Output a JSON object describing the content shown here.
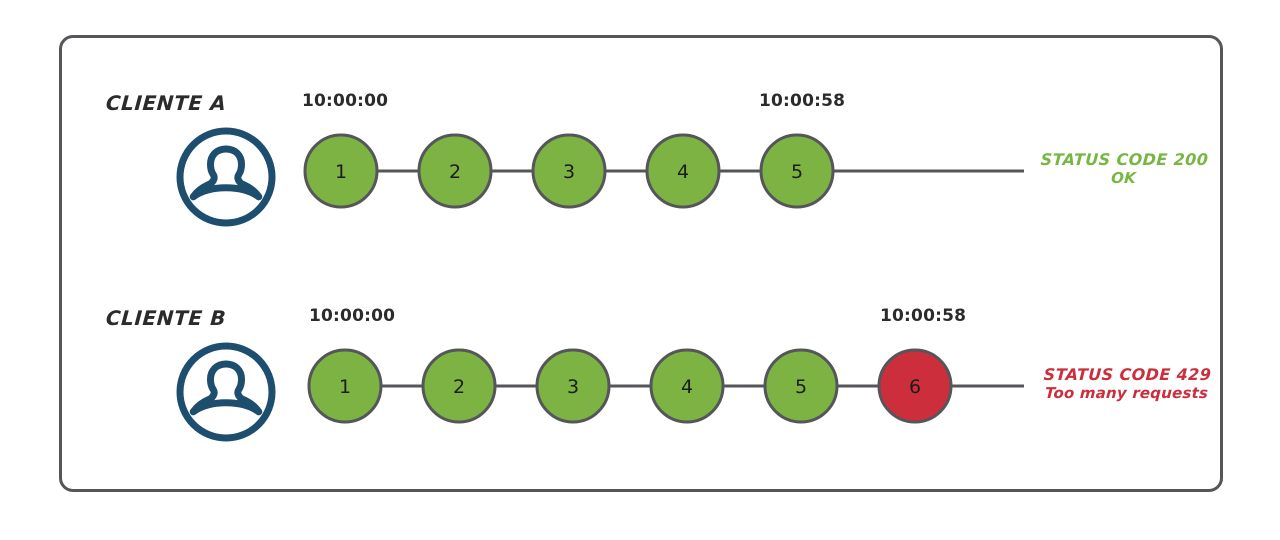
{
  "diagram": {
    "title": "Rate limiting per client request timeline",
    "colors": {
      "ok_green": "#7CB342",
      "error_red": "#CC2E3C",
      "stroke_gray": "#55565a",
      "avatar_blue": "#1D4E6E",
      "text_dark": "#2b2b2b"
    },
    "rows": [
      {
        "id": "client-a",
        "client_label": "CLIENTE A",
        "avatar_icon": "person-avatar-icon",
        "start_timestamp": "10:00:00",
        "end_timestamp": "10:00:58",
        "nodes": [
          {
            "label": "1",
            "state": "ok"
          },
          {
            "label": "2",
            "state": "ok"
          },
          {
            "label": "3",
            "state": "ok"
          },
          {
            "label": "4",
            "state": "ok"
          },
          {
            "label": "5",
            "state": "ok"
          }
        ],
        "status": {
          "code_line": "STATUS CODE 200",
          "message_line": "OK",
          "state": "ok"
        }
      },
      {
        "id": "client-b",
        "client_label": "CLIENTE B",
        "avatar_icon": "person-avatar-icon",
        "start_timestamp": "10:00:00",
        "end_timestamp": "10:00:58",
        "nodes": [
          {
            "label": "1",
            "state": "ok"
          },
          {
            "label": "2",
            "state": "ok"
          },
          {
            "label": "3",
            "state": "ok"
          },
          {
            "label": "4",
            "state": "ok"
          },
          {
            "label": "5",
            "state": "ok"
          },
          {
            "label": "6",
            "state": "error"
          }
        ],
        "status": {
          "code_line": "STATUS CODE 429",
          "message_line": "Too many requests",
          "state": "error"
        }
      }
    ]
  }
}
